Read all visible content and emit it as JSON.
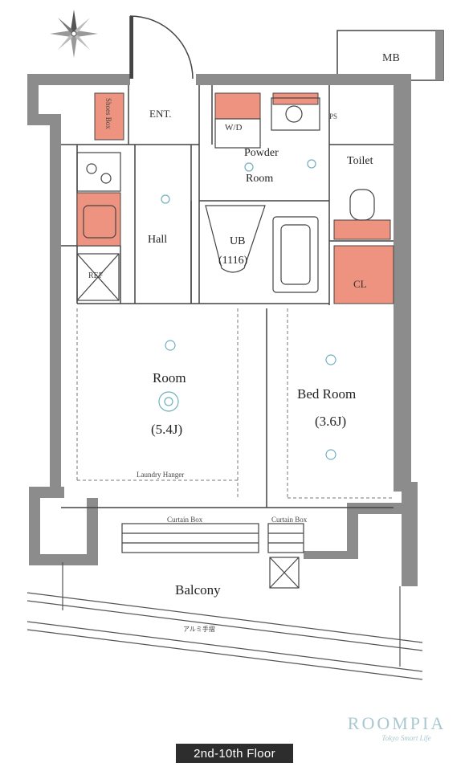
{
  "rooms": {
    "mb": "MB",
    "shoes_box": "Shoes Box",
    "entrance": "ENT.",
    "wd": "W/D",
    "ps": "PS",
    "powder_room_line1": "Powder",
    "powder_room_line2": "Room",
    "toilet": "Toilet",
    "hall": "Hall",
    "ub_line1": "UB",
    "ub_line2": "(1116)",
    "refrigerator": "REF",
    "closet": "CL",
    "room_name": "Room",
    "room_size": "(5.4J)",
    "bedroom_name": "Bed Room",
    "bedroom_size": "(3.6J)",
    "laundry_hanger": "Laundry Hanger",
    "curtain_box_left": "Curtain Box",
    "curtain_box_right": "Curtain Box",
    "balcony": "Balcony",
    "aluminum_railing": "アルミ手摺"
  },
  "footer": {
    "floor_label": "2nd-10th Floor",
    "brand_name": "ROOMPIA",
    "brand_tagline": "Tokyo Smart Life"
  },
  "colors": {
    "wall": "#8c8c8c",
    "storage": "#ee9380",
    "fixture_line": "#6fb0be",
    "line": "#444444"
  },
  "icons": {
    "compass": "compass-rose-icon"
  }
}
